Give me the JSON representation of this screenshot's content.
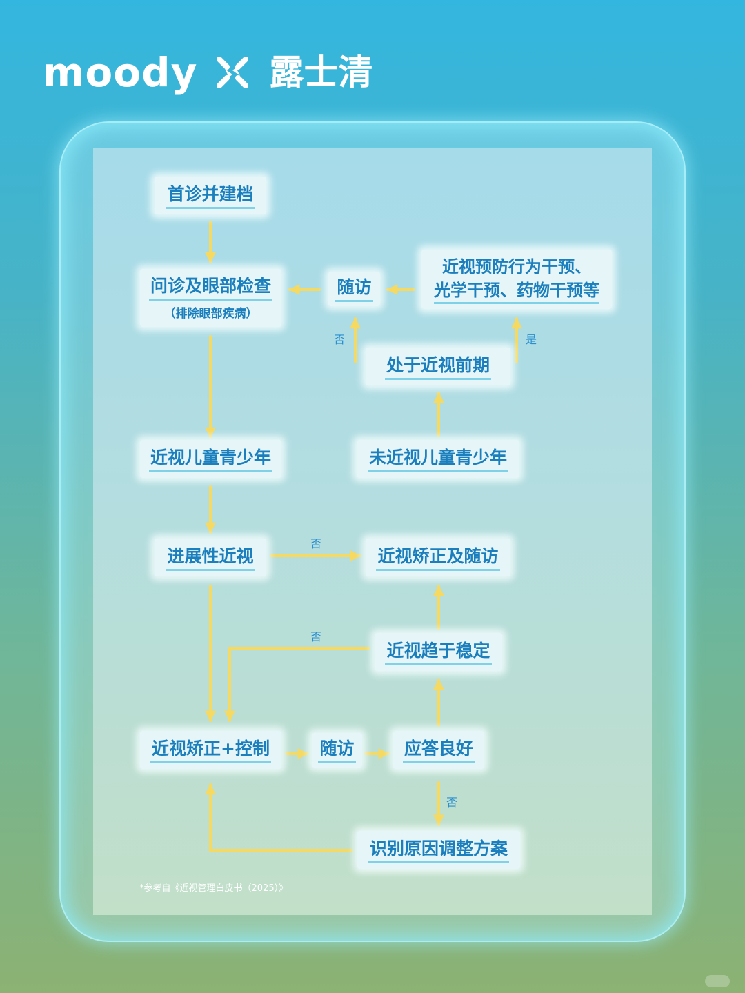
{
  "brand": {
    "name": "moody",
    "partner": "露士清"
  },
  "nodes": {
    "first_visit": "首诊并建档",
    "inquiry": "问诊及眼部检查",
    "inquiry_sub": "（排除眼部疾病）",
    "follow_up_top": "随访",
    "prevention_line1": "近视预防行为干预、",
    "prevention_line2": "光学干预、药物干预等",
    "pre_myopia": "处于近视前期",
    "myopic_children": "近视儿童青少年",
    "non_myopic_children": "未近视儿童青少年",
    "progressive": "进展性近视",
    "correction_followup": "近视矫正及随访",
    "stabilizing": "近视趋于稳定",
    "correction_control": "近视矫正+控制",
    "follow_up_bottom": "随访",
    "good_response": "应答良好",
    "adjust_plan": "识别原因调整方案"
  },
  "labels": {
    "no_pre_myopia": "否",
    "yes_pre_myopia": "是",
    "no_progressive": "否",
    "no_stable": "否",
    "no_response": "否"
  },
  "note": "*参考自《近视管理白皮书（2025）》",
  "colors": {
    "arrow": "#f5d960",
    "node_text": "#1b7fbd",
    "label_text": "#2a8fd0"
  }
}
